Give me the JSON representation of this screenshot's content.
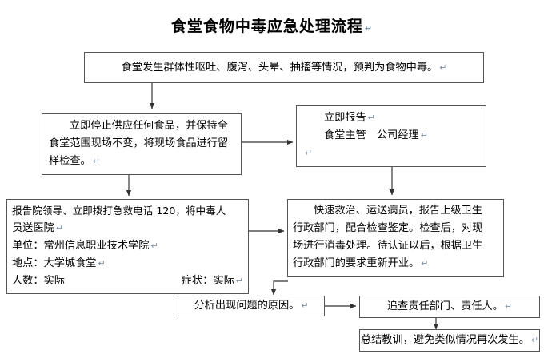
{
  "title": "食堂食物中毒应急处理流程",
  "title_mark": "↵",
  "nodes": {
    "detect": {
      "line1": "食堂发生群体性呕吐、腹泻、头晕、抽搐等情况，预判为食物中毒。",
      "mark": "↵"
    },
    "stop_supply": {
      "line1": "立即停止供应任何食品，并保持全",
      "line2": "食堂范围现场不变，将现场食品进行留",
      "line3": "样检查。",
      "mark": "↵"
    },
    "report_now": {
      "line1": "立即报告",
      "line1_mark": "↵",
      "line2": "食堂主管　公司经理",
      "line2_mark": "↵",
      "line3_mark": "↵"
    },
    "call_120": {
      "line1": "报告院领导、立即拨打急救电话 120，将中毒人",
      "line2": "员送医院",
      "line2_mark": "↵",
      "line3": "单位：常州信息职业技术学院",
      "line3_mark": "↵",
      "line4": "地点：大学城食堂",
      "line4_mark": "↵",
      "line5_left": "人数：实际",
      "line5_right": "症状：实际",
      "line5_mark": "↵"
    },
    "treat": {
      "line1": "快速救治、运送病员，报告上级卫生",
      "line2": "行政部门，配合检查鉴定。检查后，对现",
      "line3": "场进行消毒处理。待认证以后，根据卫生",
      "line4": "行政部门的要求重新开业。",
      "mark": "↵"
    },
    "analyze": {
      "line1": "分析出现问题的原因。",
      "mark": "↵"
    },
    "accountability": {
      "line1": "追查责任部门、责任人。",
      "mark": "↵"
    },
    "lessons": {
      "line1": "总结教训，避免类似情况再次发生。",
      "mark": "↵"
    }
  },
  "colors": {
    "box_border": "#555555",
    "connector": "#333333",
    "background": "#ffffff",
    "text": "#000000",
    "pilcrow": "#7a8fa6"
  }
}
